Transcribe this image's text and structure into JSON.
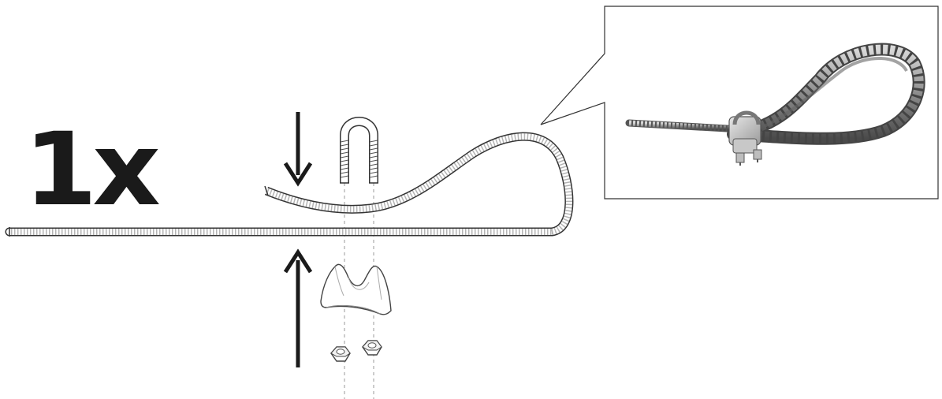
{
  "instruction": {
    "quantity_label": "1x"
  },
  "parts": {
    "wire_rope": "wire-rope",
    "u_bolt": "u-bolt",
    "saddle": "clip-saddle",
    "nuts": [
      "hex-nut",
      "hex-nut"
    ]
  },
  "arrows": [
    "down-arrow",
    "up-arrow"
  ],
  "detail_callout": {
    "content": "assembled-wire-rope-clip-loop"
  },
  "colors": {
    "line": "#1a1a1a",
    "rope_outline": "#333333",
    "guide_dash": "#999999",
    "callout_border": "#333333",
    "photo_rope": "#8a8a8a",
    "photo_clip": "#b0b0b0"
  }
}
